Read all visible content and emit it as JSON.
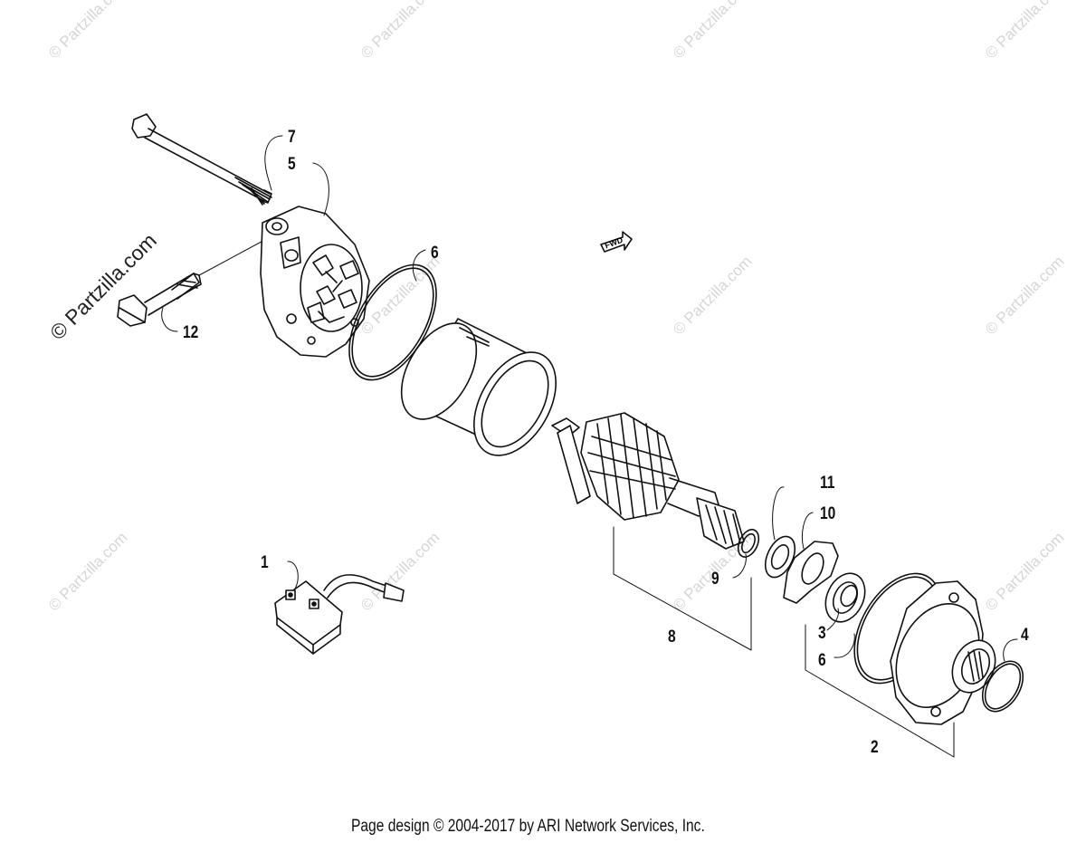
{
  "diagram": {
    "watermark": "© Partzilla.com",
    "callouts": {
      "c1": "1",
      "c2": "2",
      "c3": "3",
      "c4": "4",
      "c5": "5",
      "c6a": "6",
      "c6b": "6",
      "c7": "7",
      "c8": "8",
      "c9": "9",
      "c10": "10",
      "c11": "11",
      "c12": "12"
    },
    "direction_marker": "FWD"
  },
  "footer": {
    "copyright": "Page design © 2004-2017 by ARI Network Services, Inc."
  },
  "icons": {
    "parts": [
      "starter-end-cover",
      "through-bolt",
      "mount-bolt",
      "o-ring",
      "yoke-housing",
      "armature",
      "washer",
      "lock-washer",
      "oil-seal",
      "front-housing",
      "small-o-ring",
      "starter-relay",
      "fwd-arrow"
    ]
  }
}
